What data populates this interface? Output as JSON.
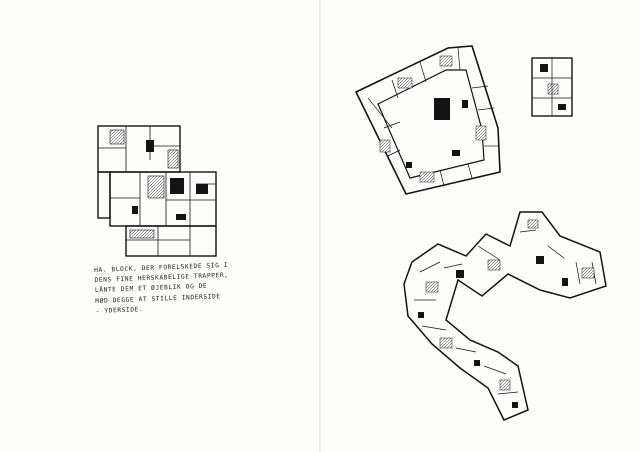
{
  "caption": {
    "lines": [
      "HA. BLOCK, DER FORELSKEDE SIG I",
      "DENS FINE HERSKABELIGE TRAPPER,",
      "LÅNTE DEM ET ØJEBLIK OG DE",
      "MØD DEGGE AT STILLE INDERSIDE",
      "- YDERSIDE."
    ]
  },
  "colors": {
    "ink": "#141414",
    "paper": "#fdfdfc"
  }
}
